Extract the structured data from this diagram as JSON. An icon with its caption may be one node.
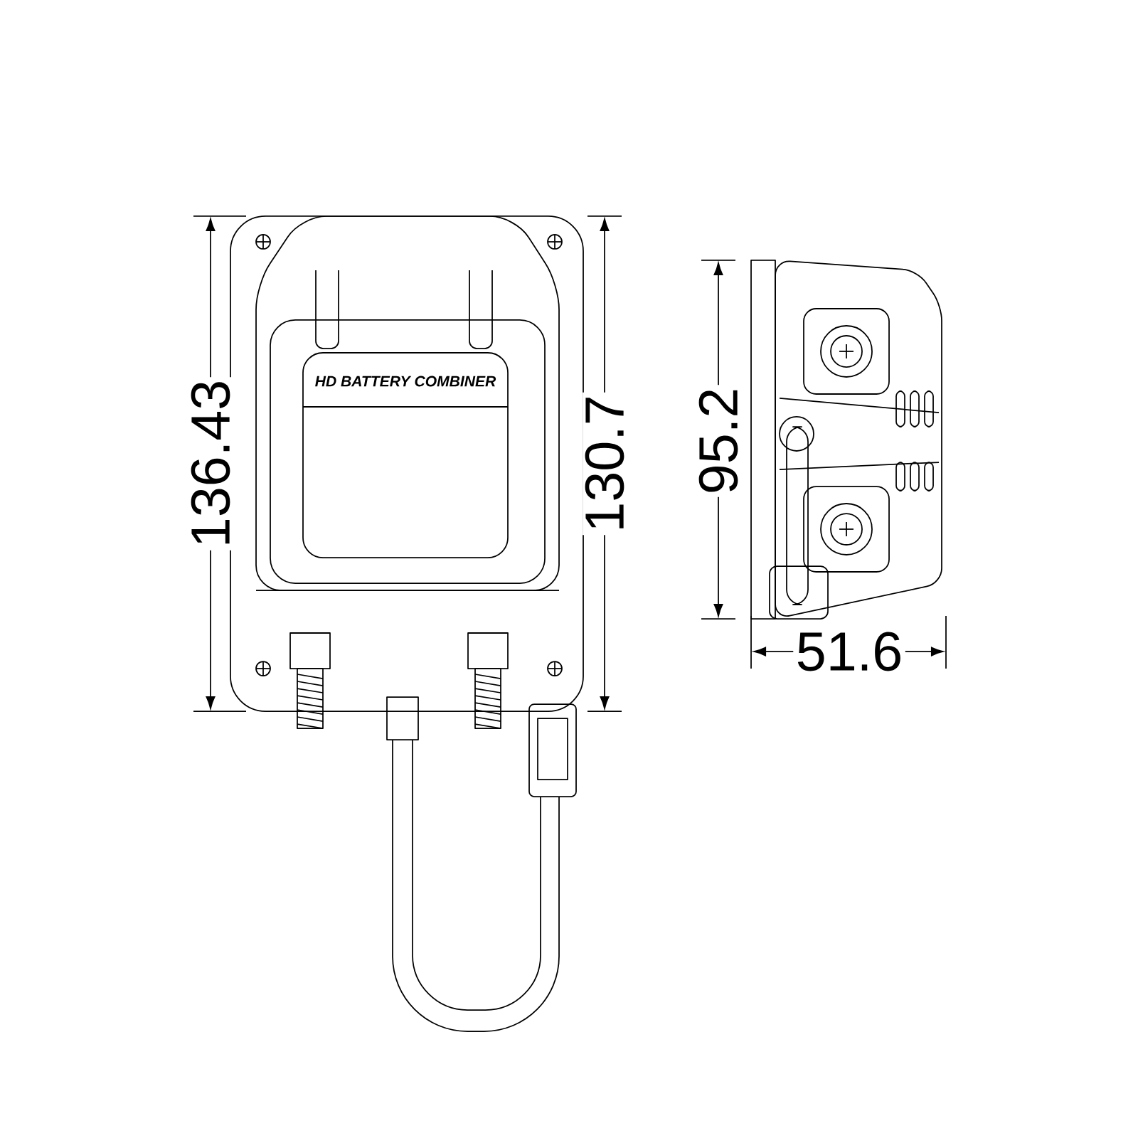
{
  "diagram": {
    "labels": [
      "HD BATTERY COMBINER",
      "136.43",
      "130.7",
      "95.2",
      "51.6"
    ]
  }
}
